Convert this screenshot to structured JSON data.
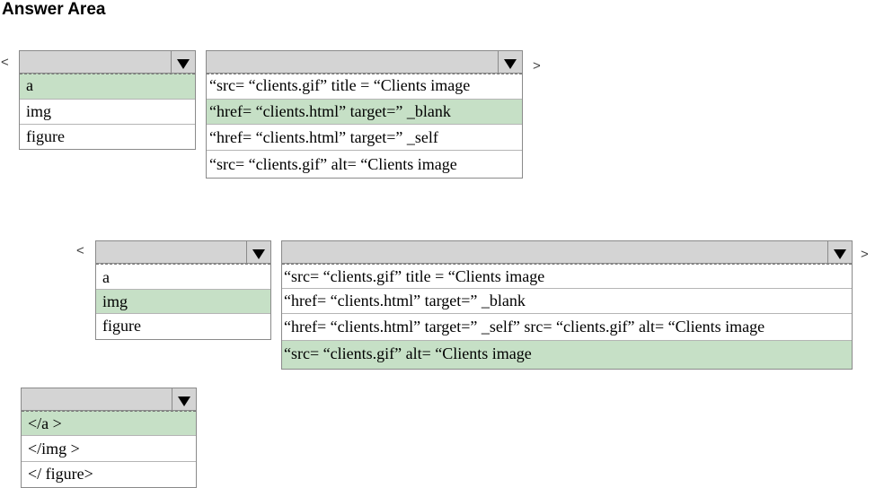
{
  "title": "Answer Area",
  "brackets": {
    "open": "<",
    "close": ">"
  },
  "dropdowns": [
    {
      "options": [
        "a",
        "img",
        "figure"
      ],
      "selected": 0
    },
    {
      "options": [
        "“src= “clients.gif” title = “Clients image",
        "“href= “clients.html” target=” _blank",
        "“href= “clients.html” target=” _self",
        "“src= “clients.gif” alt= “Clients image"
      ],
      "selected": 1
    },
    {
      "options": [
        "a",
        "img",
        "figure"
      ],
      "selected": 1
    },
    {
      "options": [
        "“src= “clients.gif” title = “Clients image",
        "“href= “clients.html” target=” _blank",
        "“href= “clients.html” target=” _self” src= “clients.gif” alt= “Clients image",
        "“src= “clients.gif” alt= “Clients image"
      ],
      "selected": 3
    },
    {
      "options": [
        "</a >",
        "</img  >",
        "</ figure>"
      ],
      "selected": 0
    }
  ],
  "colors": {
    "selected": "#c6e0c6",
    "header": "#d4d4d4"
  }
}
